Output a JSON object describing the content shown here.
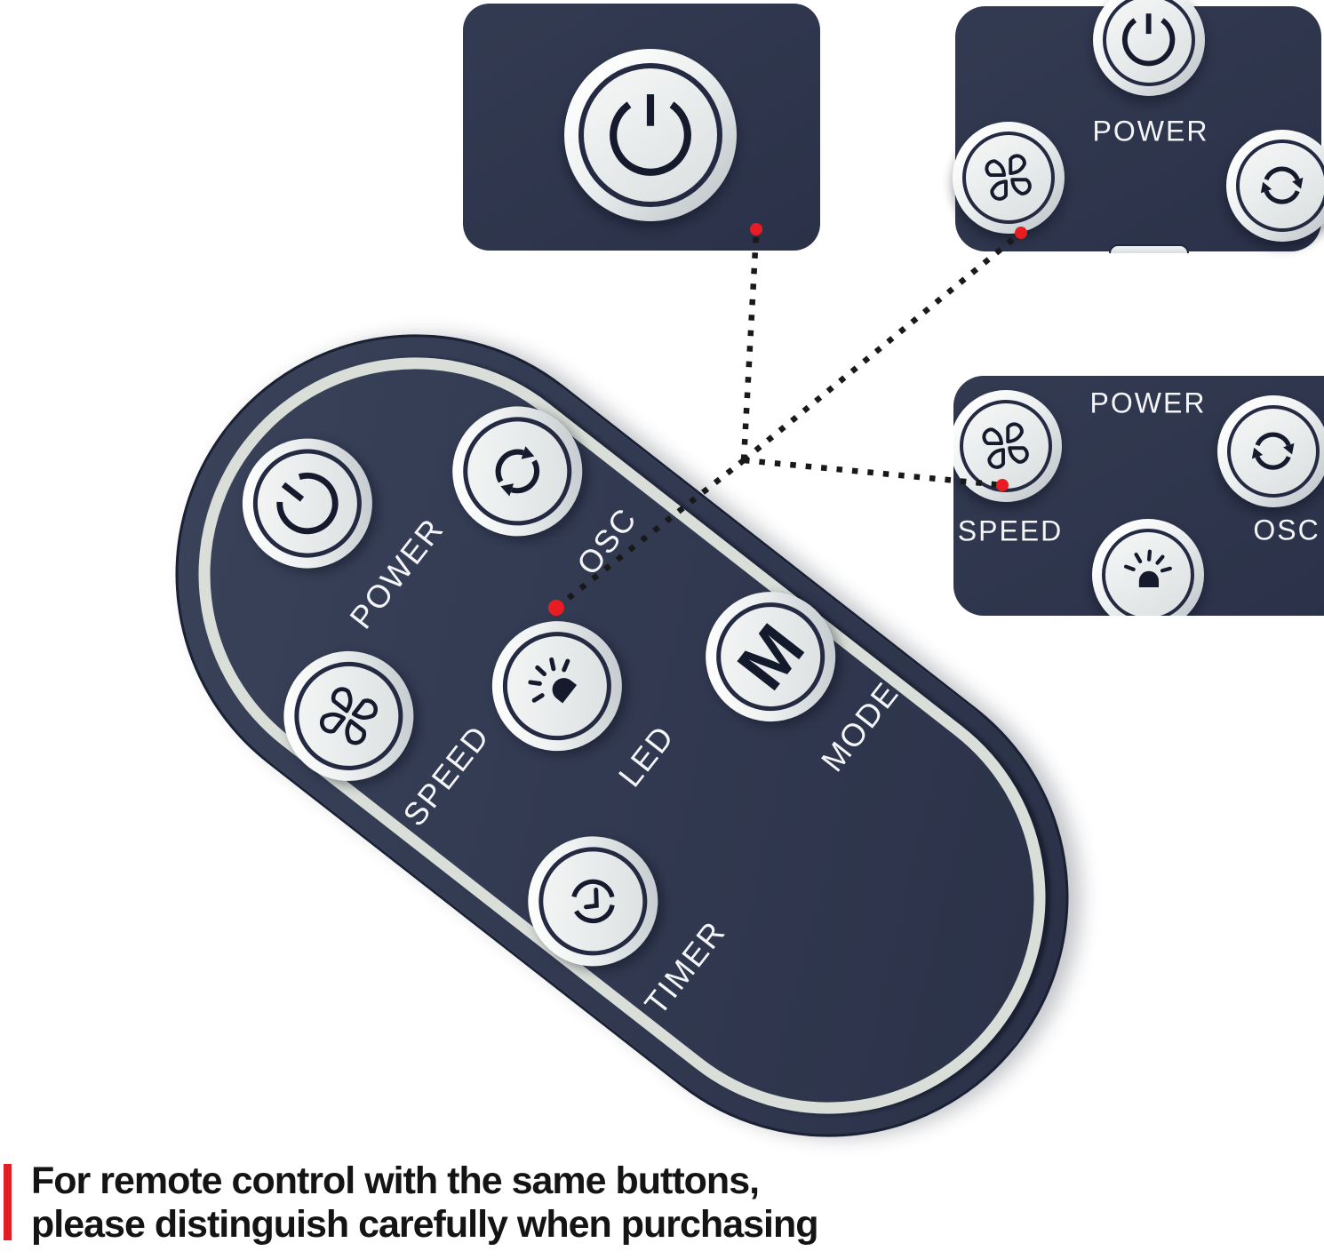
{
  "remote": {
    "labels": {
      "power": "POWER",
      "osc": "OSC",
      "speed": "SPEED",
      "led": "LED",
      "mode": "MODE",
      "timer": "TIMER"
    },
    "mode_glyph": "M"
  },
  "insets": {
    "power_closeup": {
      "description_icon": "power-icon"
    },
    "top_right": {
      "power_label": "POWER"
    },
    "mid_right": {
      "power_label": "POWER",
      "speed_label": "SPEED",
      "osc_label": "OSC"
    }
  },
  "caption": {
    "line1": "For remote control with the same buttons,",
    "line2": "please distinguish carefully when purchasing"
  },
  "icons": {
    "power": "power-icon",
    "osc": "rotate-arrows-icon",
    "speed": "fan-icon",
    "led": "light-icon",
    "timer": "clock-icon",
    "mode": "letter-m-glyph"
  },
  "colors": {
    "body_navy": "#2e364d",
    "silver_outline": "#d9ded8",
    "button_face": "#e9ecec",
    "accent_red": "#e81d24",
    "leader_line": "#191919",
    "caption_text": "#141414",
    "caption_bar_red": "#e01f25"
  }
}
